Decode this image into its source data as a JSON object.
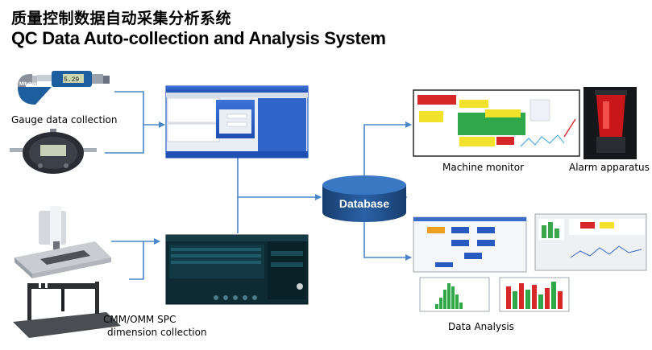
{
  "title": {
    "cn": "质量控制数据自动采集分析系统",
    "en": "QC Data Auto-collection and Analysis System"
  },
  "labels": {
    "gauge": "Gauge data collection",
    "cmm_line1": "CMM/OMM  SPC",
    "cmm_line2": "dimension collection",
    "machine_monitor": "Machine monitor",
    "alarm": "Alarm apparatus",
    "data_analysis": "Data Analysis",
    "database": "Database",
    "micrometer_reading": "5.29",
    "micrometer_brand": "Mitutoyo"
  },
  "colors": {
    "connector": "#4a86c8",
    "database": "#1f4f8a",
    "window_blue": "#2a5bc0",
    "spc_dark": "#0e2a33"
  }
}
